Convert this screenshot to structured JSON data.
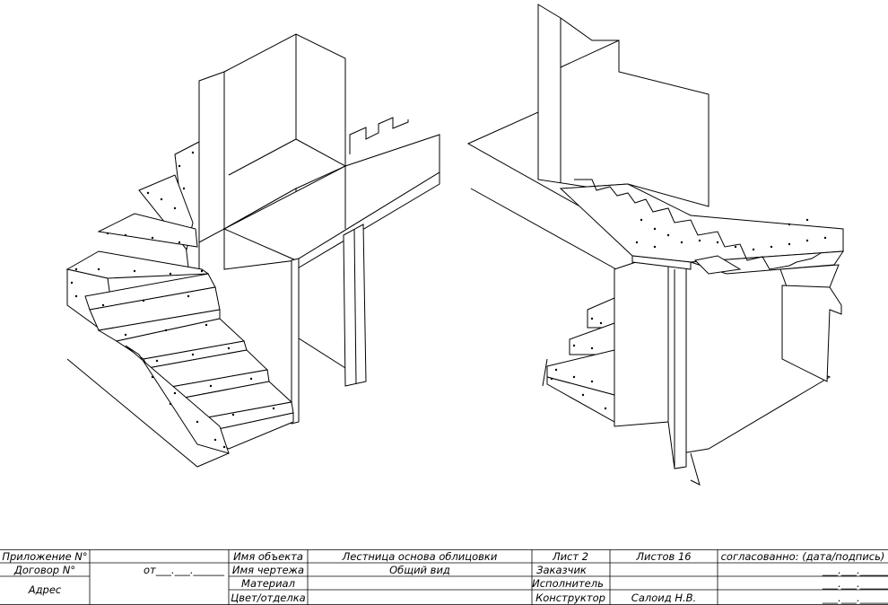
{
  "title_block": {
    "r1": {
      "c1": "Приложение N°",
      "c3": "Имя объекта",
      "c4": "Лестница основа облицовки",
      "c5": "Лист 2",
      "c6": "Листов 16",
      "c7": "согласованно: (дата/подпись)"
    },
    "r2": {
      "c1": "Договор N°",
      "c2": "от___.___.______",
      "c3": "Имя чертежа",
      "c4": "Общий вид",
      "c5": "Заказчик",
      "c7": "___.___.______"
    },
    "r3": {
      "c1": "Адрес",
      "c3": "Материал",
      "c5": "Исполнитель",
      "c7": "___.___.______"
    },
    "r4": {
      "c3": "Цвет/отделка",
      "c5": "Конструктор",
      "c6": "Салоид Н.В.",
      "c7": "___.___.______"
    }
  }
}
